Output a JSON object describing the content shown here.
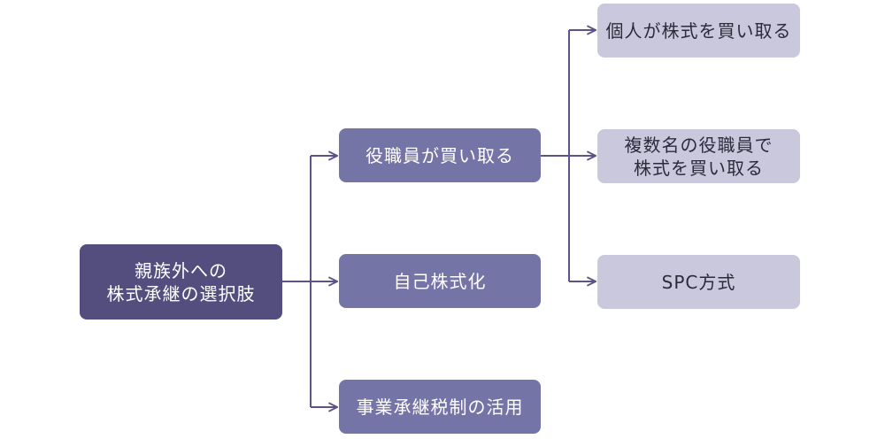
{
  "diagram": {
    "line_color": "#5a5488",
    "root": {
      "line1": "親族外への",
      "line2": "株式承継の選択肢",
      "color": "#544e7f"
    },
    "options": [
      {
        "label": "役職員が買い取る"
      },
      {
        "label": "自己株式化"
      },
      {
        "label": "事業承継税制の活用"
      }
    ],
    "mid_color": "#7574a6",
    "sub_options": [
      {
        "line1": "個人が株式を買い取る",
        "line2": ""
      },
      {
        "line1": "複数名の役職員で",
        "line2": "株式を買い取る"
      },
      {
        "line1": "SPC方式",
        "line2": ""
      }
    ],
    "leaf_color": "#c9c8dc"
  }
}
